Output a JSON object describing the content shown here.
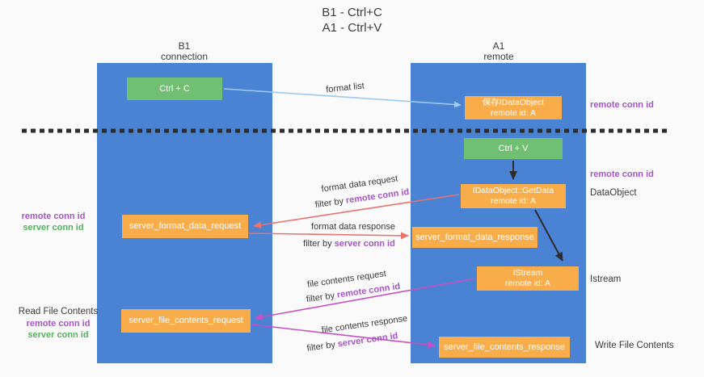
{
  "title": {
    "line1": "B1 - Ctrl+C",
    "line2": "A1 - Ctrl+V"
  },
  "columns": {
    "left": {
      "name": "B1",
      "role": "connection"
    },
    "right": {
      "name": "A1",
      "role": "remote"
    }
  },
  "boxes": {
    "ctrl_c": {
      "label": "Ctrl + C"
    },
    "save_idataobject": {
      "line1": "保存IDataObject",
      "line2": "remote id: A"
    },
    "ctrl_v": {
      "label": "Ctrl + V"
    },
    "getdata": {
      "line1": "IDataObject::GetData",
      "line2": "remote id: A"
    },
    "format_request": {
      "label": "server_format_data_request"
    },
    "format_response": {
      "label": "server_format_data_response"
    },
    "istream": {
      "line1": "IStream",
      "line2": "remote id: A"
    },
    "file_request": {
      "label": "server_file_contents_request"
    },
    "file_response": {
      "label": "server_file_contents_response"
    }
  },
  "flow_labels": {
    "format_list": "format list",
    "format_data_request": "format data request",
    "format_data_response": "format data response",
    "file_contents_request": "file contents request",
    "file_contents_response": "file contents response",
    "filter_by": "filter by",
    "remote_conn_id": "remote conn id",
    "server_conn_id": "server conn id"
  },
  "side_labels": {
    "left": {
      "remote_conn_id": "remote conn id",
      "server_conn_id": "server conn id",
      "read_file_contents": "Read File Contents"
    },
    "right": {
      "remote_conn_id_top": "remote conn id",
      "remote_conn_id_mid": "remote conn id",
      "dataobject": "DataObject",
      "istream": "Istream",
      "write_file_contents": "Write File Contents"
    }
  },
  "colors": {
    "column_blue": "#4a82d4",
    "box_green": "#70bf72",
    "box_orange": "#f9ad4a",
    "arrow_red": "#e8736f",
    "arrow_magenta": "#c94fc3",
    "arrow_blue": "#9ec9ee",
    "arrow_black": "#2d2d2d",
    "label_purple": "#a653c7",
    "label_green": "#52b35c"
  }
}
